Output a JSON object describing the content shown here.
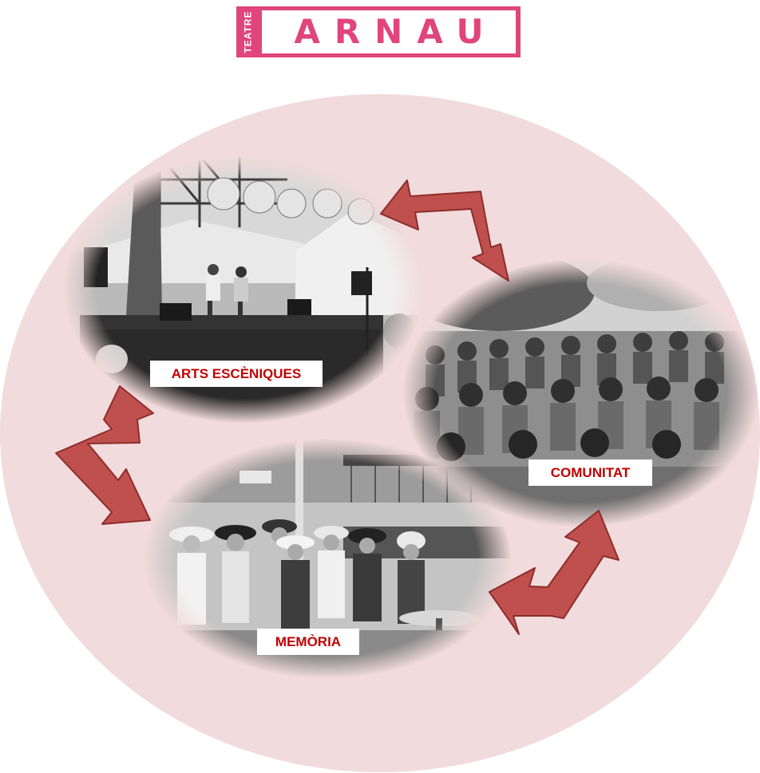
{
  "logo": {
    "side_text": "TEATRE",
    "word": "ARNAU",
    "color": "#e0457b"
  },
  "diagram": {
    "nodes": [
      {
        "id": "arts",
        "label": "ARTS ESCÈNIQUES"
      },
      {
        "id": "comunitat",
        "label": "COMUNITAT"
      },
      {
        "id": "memoria",
        "label": "MEMÒRIA"
      }
    ],
    "label_color": "#c00000",
    "arrow_color": "#c0504d",
    "circle_color": "#f2dbdc"
  }
}
